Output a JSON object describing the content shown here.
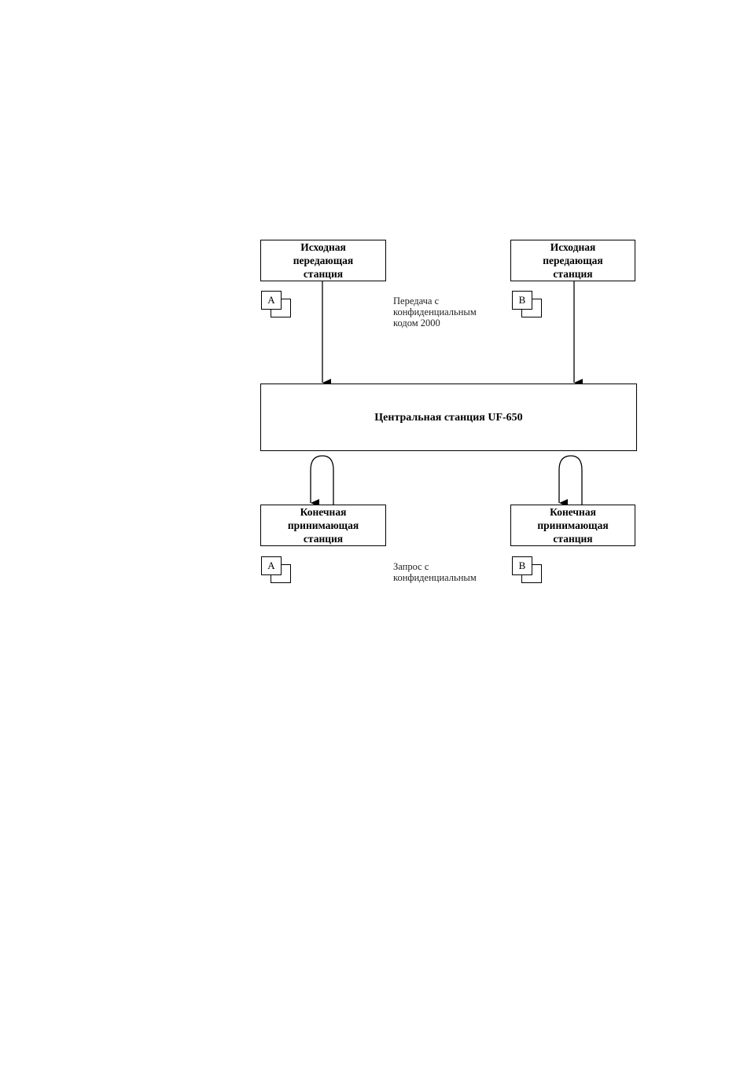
{
  "source_a": {
    "lines": [
      "Исходная",
      "передающая",
      "станция"
    ]
  },
  "source_b": {
    "lines": [
      "Исходная",
      "передающая",
      "станция"
    ]
  },
  "central": {
    "label": "Центральная станция UF-650"
  },
  "dest_a": {
    "lines": [
      "Конечная",
      "принимающая",
      "станция"
    ]
  },
  "dest_b": {
    "lines": [
      "Конечная",
      "принимающая",
      "станция"
    ]
  },
  "docs": {
    "a_top": "A",
    "b_top": "B",
    "a_bottom": "A",
    "b_bottom": "B"
  },
  "note_transmit": {
    "lines": [
      "Передача с",
      "конфиденциальным",
      "кодом 2000"
    ]
  },
  "note_request": {
    "lines": [
      "Запрос с",
      "конфиденциальным"
    ]
  }
}
